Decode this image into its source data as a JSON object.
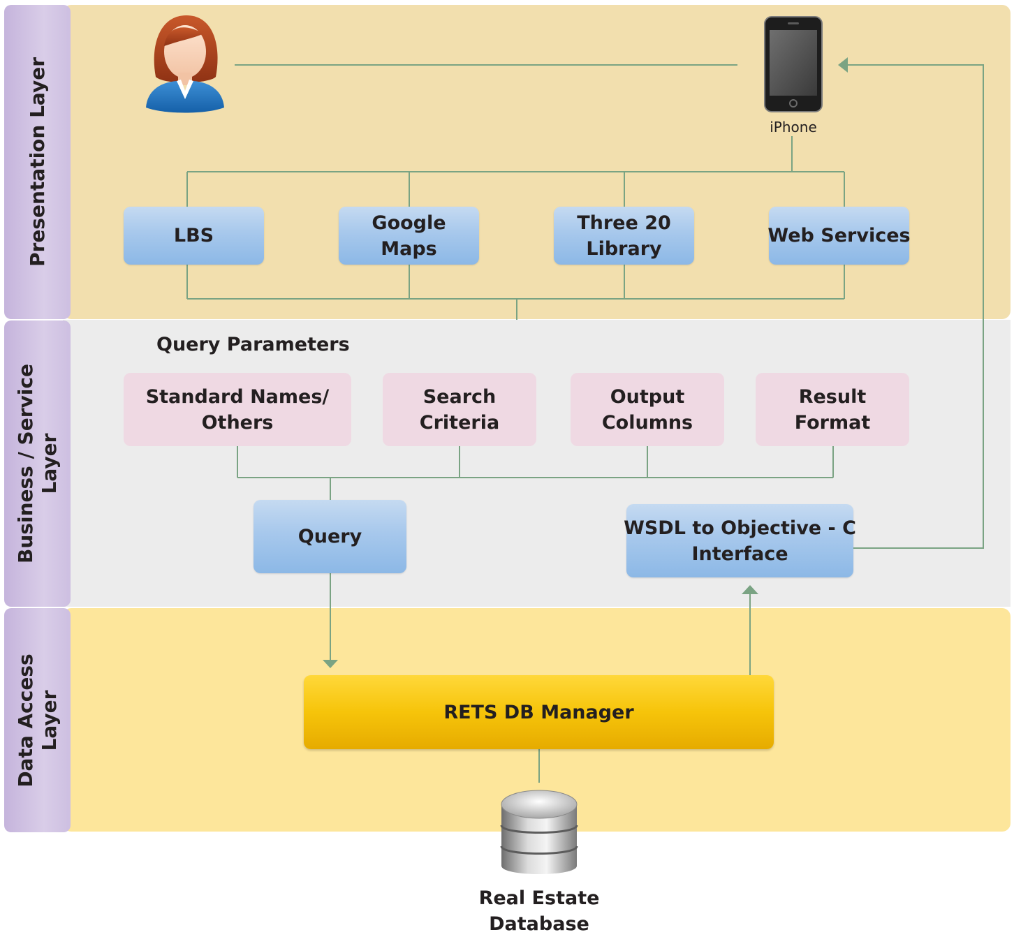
{
  "layers": {
    "presentation": "Presentation Layer",
    "business": "Business / Service\nLayer",
    "data_access": "Data Access\nLayer"
  },
  "presentation": {
    "device_label": "iPhone",
    "boxes": [
      "LBS",
      "Google\nMaps",
      "Three 20\nLibrary",
      "Web Services"
    ]
  },
  "business": {
    "section_title": "Query Parameters",
    "params": [
      "Standard Names/\nOthers",
      "Search\nCriteria",
      "Output\nColumns",
      "Result\nFormat"
    ],
    "query": "Query",
    "wsdl": "WSDL to Objective - C\nInterface"
  },
  "data_access": {
    "manager": "RETS DB Manager",
    "database": "Real Estate\nDatabase"
  },
  "colors": {
    "presentation_bg": "#f2dfae",
    "business_bg": "#ececec",
    "data_bg": "#fde69b",
    "layer_tab": "#cfc1e2",
    "connector": "#7aa383"
  }
}
